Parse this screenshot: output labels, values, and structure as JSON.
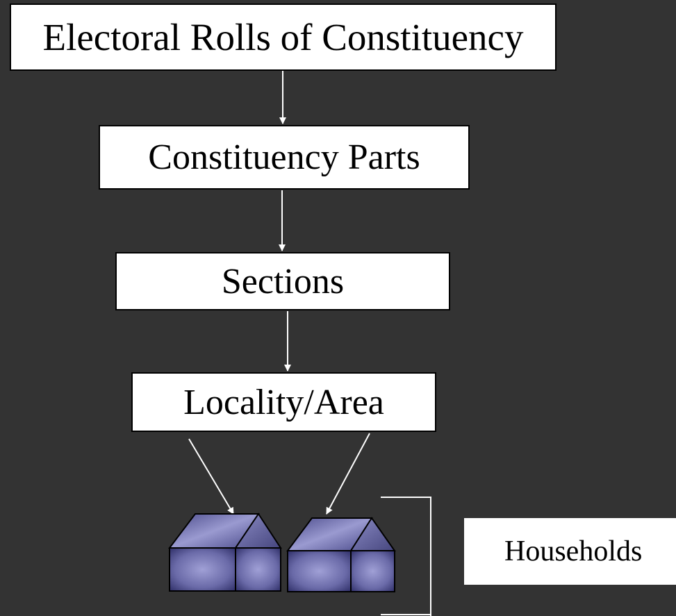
{
  "diagram": {
    "nodes": [
      {
        "id": "electoral-rolls",
        "label": "Electoral Rolls of Constituency"
      },
      {
        "id": "constituency-parts",
        "label": "Constituency Parts"
      },
      {
        "id": "sections",
        "label": "Sections"
      },
      {
        "id": "locality-area",
        "label": "Locality/Area"
      },
      {
        "id": "households",
        "label": "Households"
      }
    ],
    "edges": [
      [
        "electoral-rolls",
        "constituency-parts"
      ],
      [
        "constituency-parts",
        "sections"
      ],
      [
        "sections",
        "locality-area"
      ],
      [
        "locality-area",
        "house-1"
      ],
      [
        "locality-area",
        "house-2"
      ]
    ],
    "icons": [
      "house-icon",
      "house-icon"
    ],
    "colors": {
      "background": "#333333",
      "box_fill": "#ffffff",
      "arrow": "#ffffff",
      "house_fill": "#7a7ab8",
      "house_dark": "#3e3e78"
    }
  }
}
